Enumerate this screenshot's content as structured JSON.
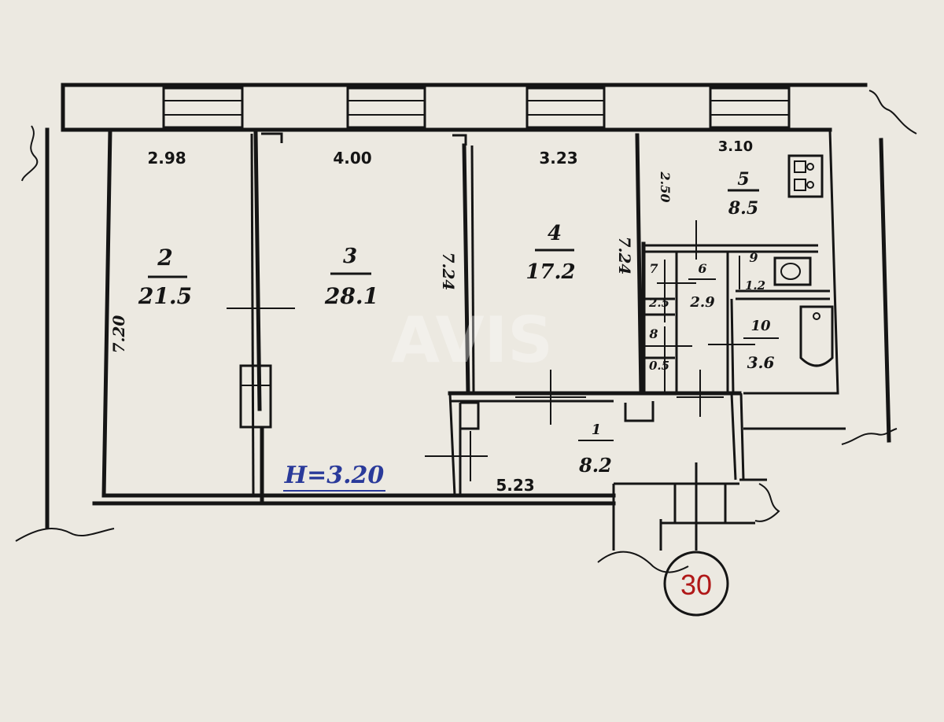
{
  "rooms": [
    {
      "id": "2",
      "number": "2",
      "area": "21.5",
      "dims": [
        "2.98",
        "7.20"
      ]
    },
    {
      "id": "3",
      "number": "3",
      "area": "28.1",
      "dims": [
        "4.00",
        "7.24"
      ]
    },
    {
      "id": "4",
      "number": "4",
      "area": "17.2",
      "dims": [
        "3.23",
        "7.24"
      ]
    },
    {
      "id": "5",
      "number": "5",
      "area": "8.5",
      "dims": [
        "3.10",
        "2.50"
      ]
    },
    {
      "id": "6",
      "number": "6",
      "area": "2.9"
    },
    {
      "id": "7",
      "number": "7",
      "area": "2.5"
    },
    {
      "id": "8",
      "number": "8",
      "area": "0.5"
    },
    {
      "id": "9",
      "number": "9",
      "area": "1.2"
    },
    {
      "id": "10",
      "number": "10",
      "area": "3.6"
    },
    {
      "id": "1",
      "number": "1",
      "area": "8.2",
      "dims": [
        "5.23"
      ]
    }
  ],
  "ceiling_height": "H=3.20",
  "plan_number": "30",
  "watermark": "AVIS",
  "colors": {
    "ink": "#151515",
    "paper": "#ece9e1",
    "blue_ink": "#2a3a9a",
    "red_ink": "#b01818"
  }
}
